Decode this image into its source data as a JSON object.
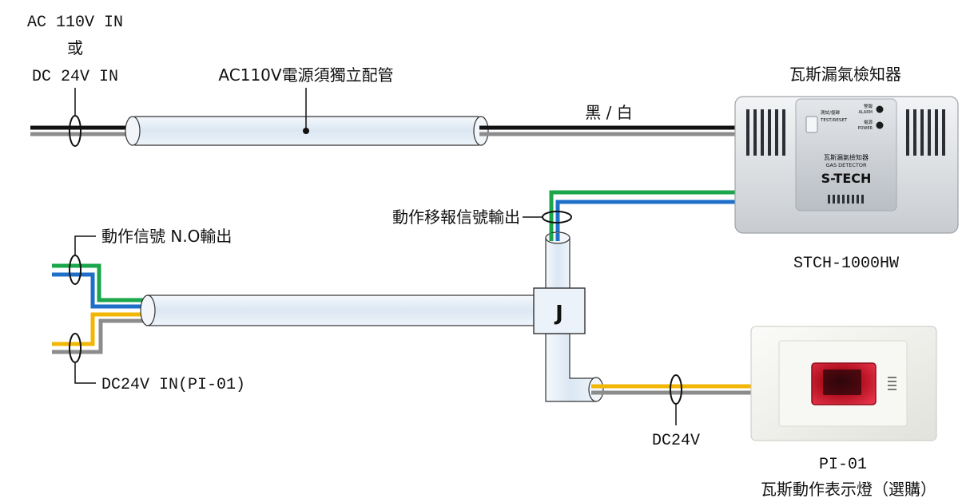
{
  "labels": {
    "ac_in_line1": "AC 110V IN",
    "ac_in_line2": "或",
    "ac_in_line3": "DC 24V IN",
    "ac_conduit": "AC110V電源須獨立配管",
    "detector_title": "瓦斯漏氣檢知器",
    "wire_black_white": "黑 / 白",
    "remote_output": "動作移報信號輸出",
    "no_output": "動作信號 N.O輸出",
    "dc24v_in": "DC24V IN(PI-01)",
    "junction": "J",
    "dc24v": "DC24V",
    "detector_model": "STCH-1000HW",
    "indicator_model": "PI-01",
    "indicator_title": "瓦斯動作表示燈（選購）"
  },
  "detector": {
    "face_text1": "瓦斯漏氣檢知器",
    "face_text2": "GAS DETECTOR",
    "brand": "S-TECH",
    "btn_test": "測試/復歸",
    "btn_test_en": "TEST/RESET",
    "led_alarm": "警報",
    "led_alarm_en": "ALARM",
    "led_power": "電源",
    "led_power_en": "POWER"
  },
  "colors": {
    "black_wire": "#111111",
    "gray_wire": "#8c8c8c",
    "green_wire": "#1aa64a",
    "blue_wire": "#1f6fc9",
    "yellow_wire": "#f2b705",
    "conduit_fill": "#e3eef8",
    "detector_body": "#e6e8ea",
    "detector_panel": "#c9ced3",
    "brand_blue": "#1f57a8",
    "lamp_red": "#d9142b"
  }
}
